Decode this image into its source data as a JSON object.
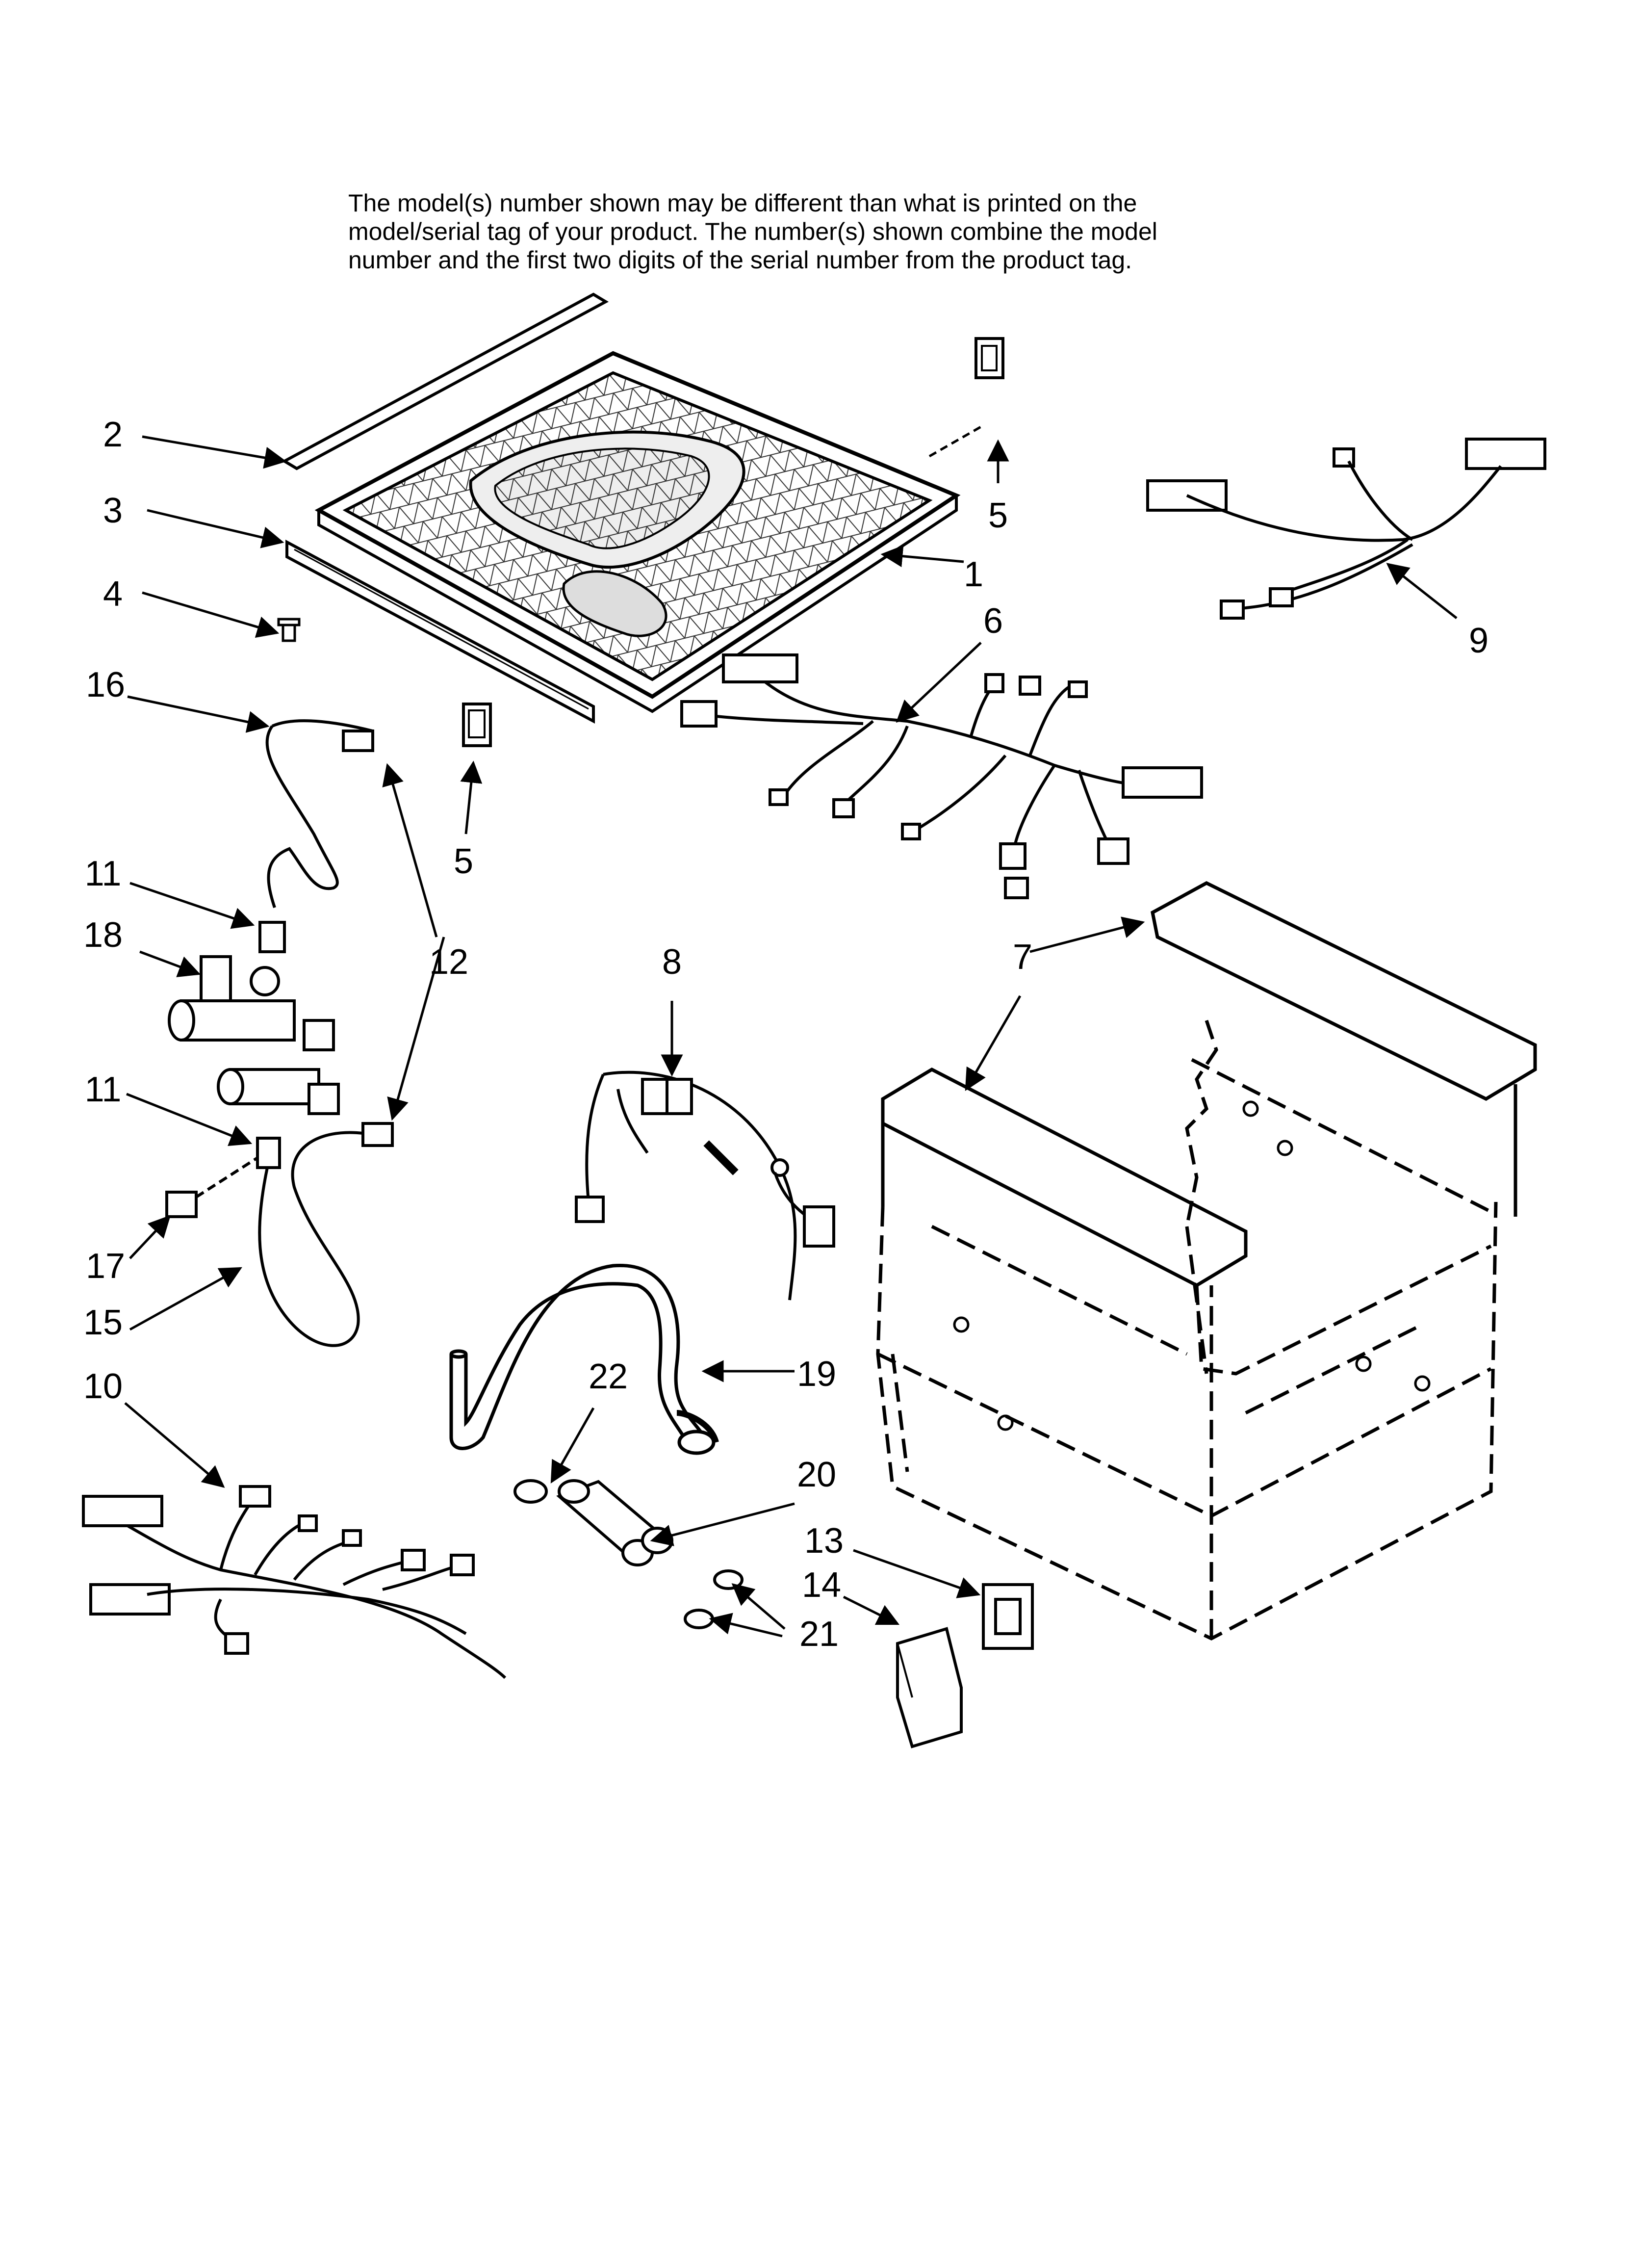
{
  "note": {
    "lines": [
      "The model(s) number shown may be different than what is printed on the",
      "model/serial tag of your product. The number(s) shown combine the model",
      "number and the first two digits of the serial number from the product tag."
    ]
  },
  "callouts": [
    {
      "id": "c1",
      "label": "1"
    },
    {
      "id": "c2",
      "label": "2"
    },
    {
      "id": "c3",
      "label": "3"
    },
    {
      "id": "c4",
      "label": "4"
    },
    {
      "id": "c5a",
      "label": "5"
    },
    {
      "id": "c5b",
      "label": "5"
    },
    {
      "id": "c6",
      "label": "6"
    },
    {
      "id": "c7",
      "label": "7"
    },
    {
      "id": "c8",
      "label": "8"
    },
    {
      "id": "c9",
      "label": "9"
    },
    {
      "id": "c10",
      "label": "10"
    },
    {
      "id": "c11a",
      "label": "11"
    },
    {
      "id": "c11b",
      "label": "11"
    },
    {
      "id": "c12",
      "label": "12"
    },
    {
      "id": "c13",
      "label": "13"
    },
    {
      "id": "c14",
      "label": "14"
    },
    {
      "id": "c15",
      "label": "15"
    },
    {
      "id": "c16",
      "label": "16"
    },
    {
      "id": "c17",
      "label": "17"
    },
    {
      "id": "c18",
      "label": "18"
    },
    {
      "id": "c19",
      "label": "19"
    },
    {
      "id": "c20",
      "label": "20"
    },
    {
      "id": "c21",
      "label": "21"
    },
    {
      "id": "c22",
      "label": "22"
    }
  ]
}
